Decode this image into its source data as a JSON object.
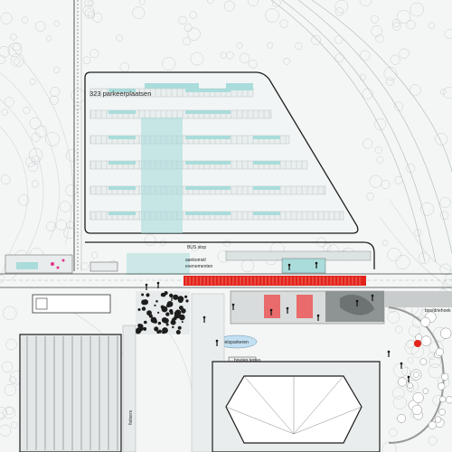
{
  "labels": {
    "parking": "323 parkeerplaatsen",
    "bus_stop": "BUS stop",
    "arrival_line1": "aankomst/",
    "arrival_line2": "evenementen",
    "fietsparkeren": "fietsparkeren",
    "houten_terras": "houten terras",
    "fietsers": "fietsers",
    "bosdriehoek": "bos/driehoek"
  },
  "colors": {
    "background": "#f4f6f6",
    "turquoise": "#a9dcda",
    "red_band": "#e2231a",
    "building": "#e3e7e8",
    "outline": "#1d1d1d",
    "pond": "#c3e0f2"
  }
}
